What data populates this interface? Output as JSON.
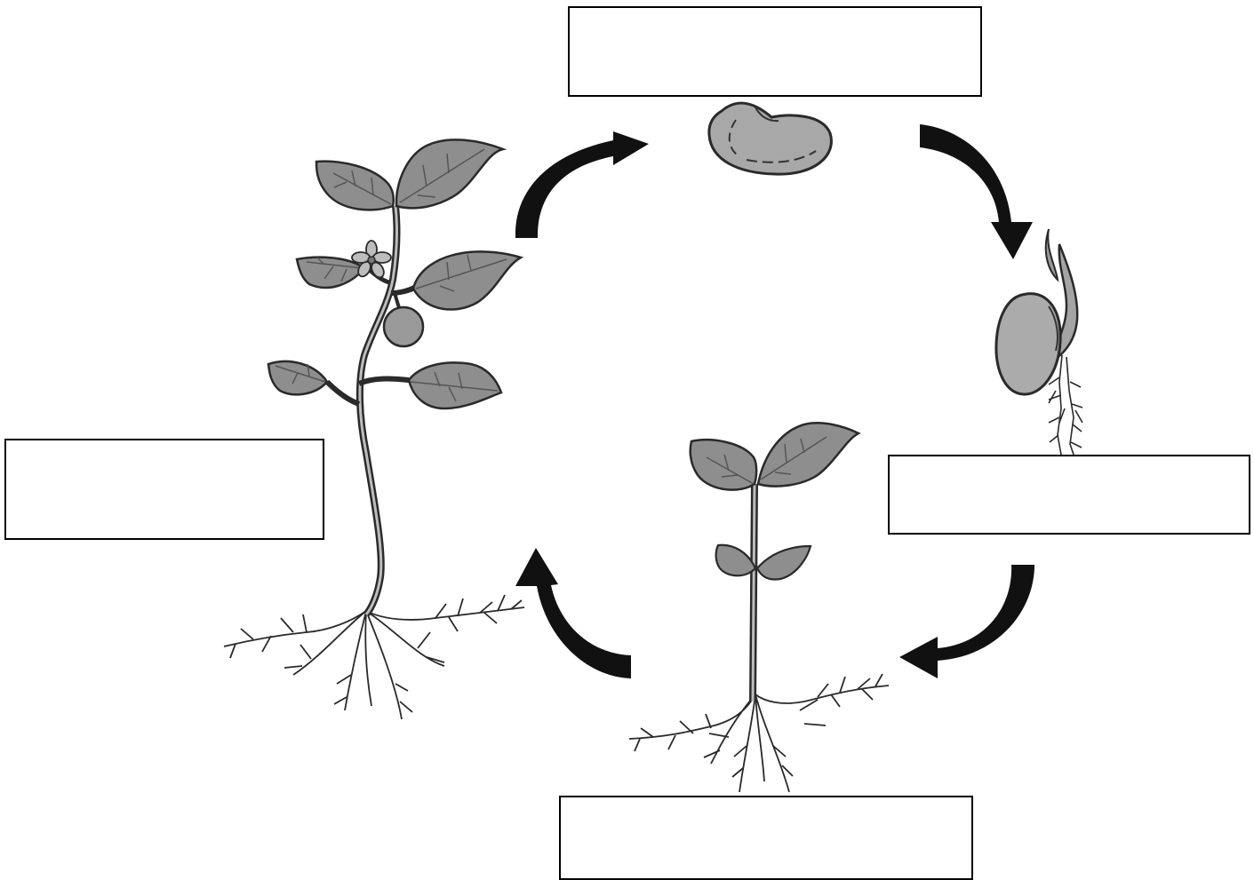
{
  "diagram": {
    "stages": [
      {
        "id": "seed",
        "label": ""
      },
      {
        "id": "germination",
        "label": ""
      },
      {
        "id": "seedling",
        "label": ""
      },
      {
        "id": "adult-plant",
        "label": ""
      }
    ],
    "colors": {
      "fill": "#9a9a9a",
      "fill_light": "#b4b4b4",
      "outline": "#2a2a2a",
      "arrow": "#111111"
    }
  }
}
